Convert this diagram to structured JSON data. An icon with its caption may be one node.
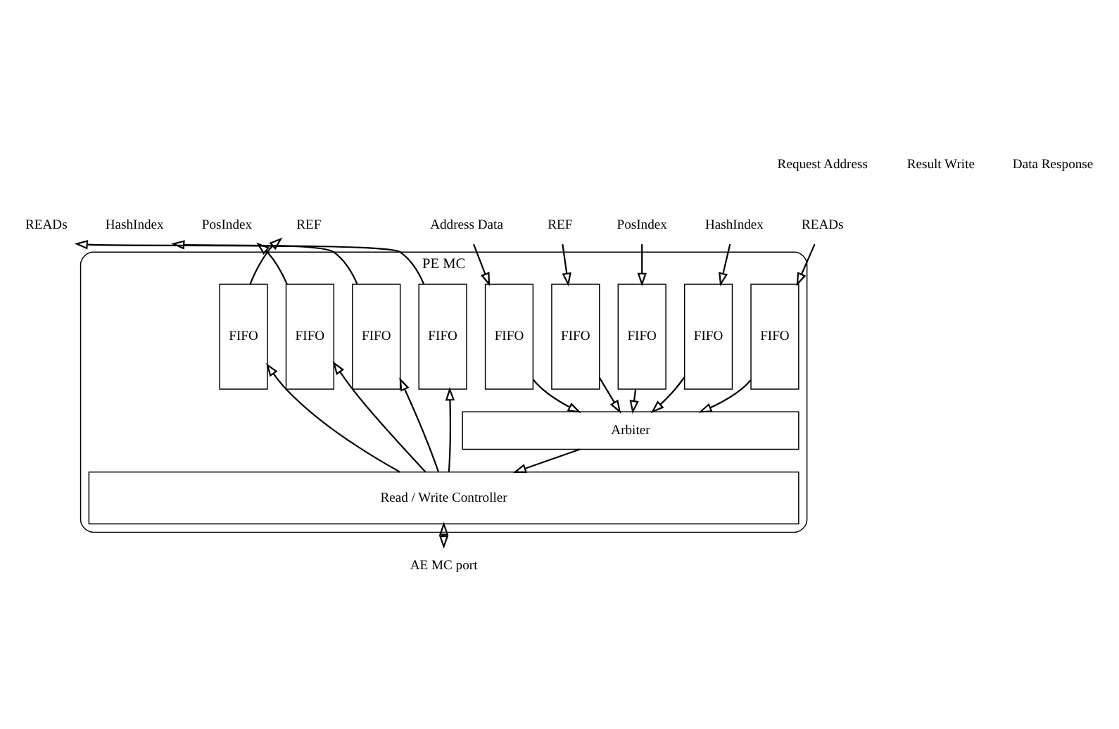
{
  "diagram": {
    "nodes": [
      {
        "text": [
          "PE MC"
        ]
      },
      {
        "text": [
          "READs"
        ]
      },
      {
        "text": [
          "HashIndex"
        ]
      },
      {
        "text": [
          "PosIndex"
        ]
      },
      {
        "text": [
          "REF"
        ]
      },
      {
        "text": [
          "Address Data"
        ]
      },
      {
        "text": [
          "READs"
        ]
      },
      {
        "text": [
          "HashIndex"
        ]
      },
      {
        "text": [
          "PosIndex"
        ]
      },
      {
        "text": [
          "REF"
        ]
      },
      {
        "text": [
          "FIFO"
        ],
        "in": 0
      },
      {
        "text": [
          "FIFO"
        ],
        "in": 0
      },
      {
        "text": [
          "FIFO"
        ],
        "in": 0
      },
      {
        "text": [
          "FIFO"
        ],
        "in": 0
      },
      {
        "text": [
          "FIFO"
        ],
        "in": 0
      },
      {
        "text": [
          "FIFO"
        ],
        "in": 0
      },
      {
        "text": [
          "FIFO"
        ],
        "in": 0
      },
      {
        "text": [
          "FIFO"
        ],
        "in": 0
      },
      {
        "text": [
          "FIFO"
        ],
        "in": 0
      },
      {
        "text": [
          "Arbiter"
        ],
        "in": 0
      },
      {
        "text": [
          "Read / Write Controller"
        ],
        "in": 0
      },
      {
        "text": [
          "AE MC port"
        ]
      }
    ],
    "edges": [
      {
        "from": 1,
        "to": 10,
        "arrow": "to"
      },
      {
        "from": 2,
        "to": 11,
        "arrow": "to"
      },
      {
        "from": 3,
        "to": 12,
        "arrow": "to"
      },
      {
        "from": 4,
        "to": 13,
        "arrow": "to"
      },
      {
        "from": 5,
        "to": 14,
        "arrow": "to"
      },
      {
        "from": 10,
        "to": 19,
        "arrow": "to"
      },
      {
        "from": 11,
        "to": 19,
        "arrow": "to"
      },
      {
        "from": 12,
        "to": 19,
        "arrow": "to"
      },
      {
        "from": 13,
        "to": 19,
        "arrow": "to"
      },
      {
        "from": 14,
        "to": 19,
        "arrow": "to"
      },
      {
        "from": 19,
        "to": 20,
        "arrow": "to"
      },
      {
        "from": 20,
        "to": 15,
        "arrow": "to"
      },
      {
        "from": 20,
        "to": 16,
        "arrow": "to"
      },
      {
        "from": 20,
        "to": 17,
        "arrow": "to"
      },
      {
        "from": 20,
        "to": 18,
        "arrow": "to"
      },
      {
        "from": 15,
        "to": 6,
        "arrow": "to"
      },
      {
        "from": 16,
        "to": 7,
        "arrow": "to"
      },
      {
        "from": 17,
        "to": 8,
        "arrow": "to"
      },
      {
        "from": 18,
        "to": 9,
        "arrow": "to"
      },
      {
        "from": 20,
        "to": 21,
        "arrow": "both"
      }
    ],
    "labels": [
      "Request Address",
      "Result Write",
      "Data Response"
    ]
  }
}
